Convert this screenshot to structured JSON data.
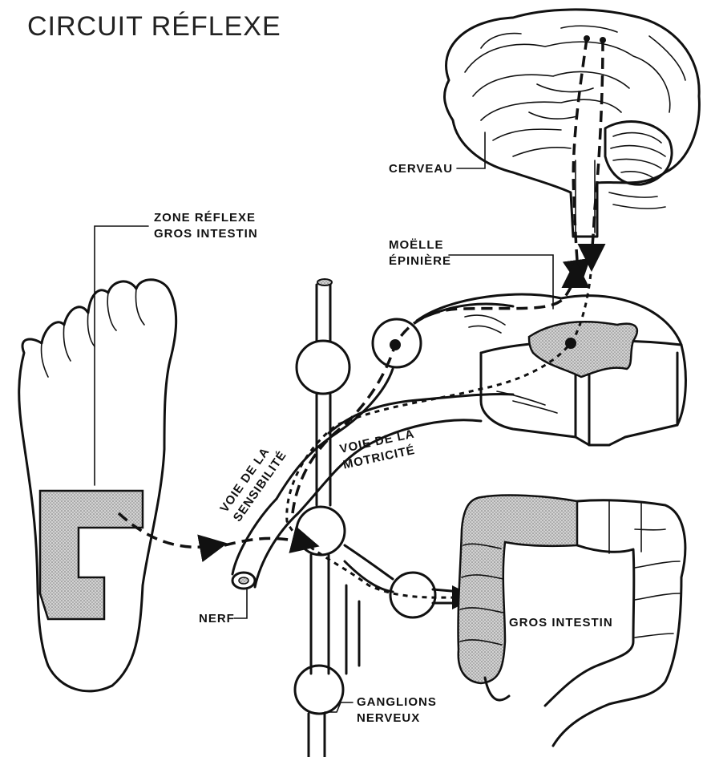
{
  "title": "CIRCUIT RÉFLEXE",
  "labels": {
    "zone_reflexe_line1": "ZONE  RÉFLEXE",
    "zone_reflexe_line2": "GROS INTESTIN",
    "cerveau": "CERVEAU",
    "moelle_line1": "MOËLLE",
    "moelle_line2": "ÉPINIÈRE",
    "voie_sensibilite_line1": "VOIE DE LA",
    "voie_sensibilite_line2": "SENSIBILITÉ",
    "voie_motricite_line1": "VOIE DE LA",
    "voie_motricite_line2": "MOTRICITÉ",
    "nerf": "NERF",
    "gros_intestin": "GROS INTESTIN",
    "ganglions_line1": "GANGLIONS",
    "ganglions_line2": "NERVEUX"
  }
}
